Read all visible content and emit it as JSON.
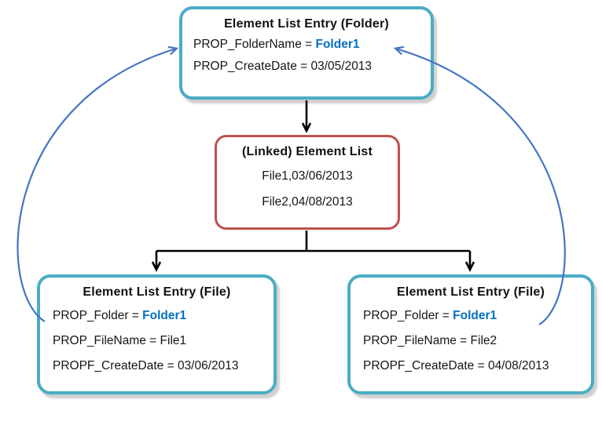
{
  "colors": {
    "teal_border": "#4BACC6",
    "red_border": "#C0504D",
    "highlight_blue": "#0070C0",
    "arrow_blue": "#4576C2",
    "arrow_black": "#000000"
  },
  "folder_entry_box": {
    "title": "Element List Entry (Folder)",
    "line1_label": "PROP_FolderName = ",
    "line1_value": "Folder1",
    "line2": "PROP_CreateDate = 03/05/2013"
  },
  "linked_list_box": {
    "title": "(Linked) Element List",
    "row1": "File1,03/06/2013",
    "row2": "File2,04/08/2013"
  },
  "file1_box": {
    "title": "Element List Entry (File)",
    "line1_label": "PROP_Folder = ",
    "line1_value": "Folder1",
    "line2": "PROP_FileName = File1",
    "line3": "PROPF_CreateDate = 03/06/2013"
  },
  "file2_box": {
    "title": "Element List Entry (File)",
    "line1_label": "PROP_Folder = ",
    "line1_value": "Folder1",
    "line2": "PROP_FileName = File2",
    "line3": "PROPF_CreateDate = 04/08/2013"
  }
}
